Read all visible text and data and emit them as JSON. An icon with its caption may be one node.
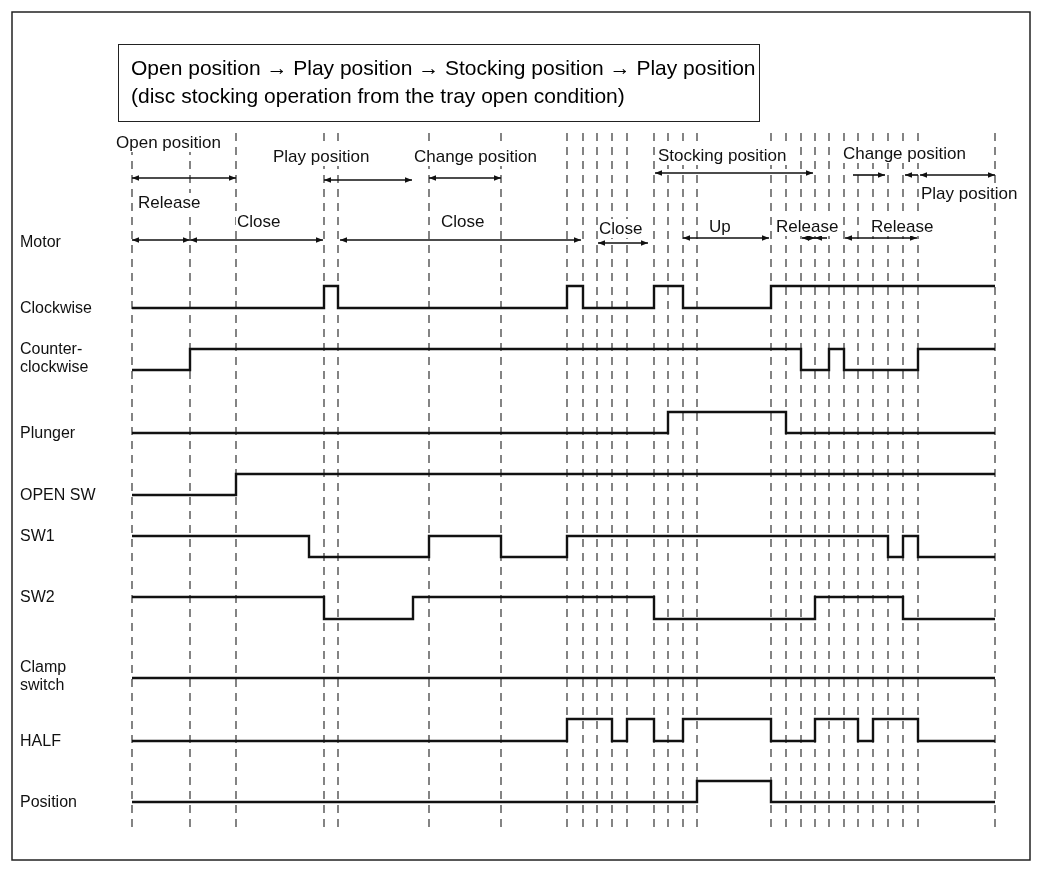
{
  "diagram": {
    "title": "Open position → Play position → Stocking position → Play position",
    "labels": [
      "(disc stocking operation from the tray open condition)",
      "Open position",
      "Play position",
      "Change position",
      "Stocking position",
      "Change position",
      "Release",
      "Play position",
      "Close",
      "Close",
      "Motor",
      "Close",
      "Up",
      "Release",
      "Release",
      "Clockwise",
      "Counter-clockwise",
      "Plunger",
      "OPEN SW",
      "SW1",
      "SW2",
      "Clamp switch",
      "HALF",
      "Position"
    ]
  }
}
